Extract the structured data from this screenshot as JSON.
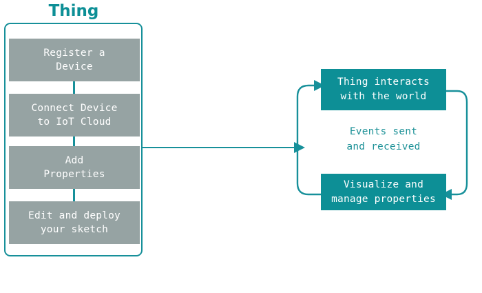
{
  "diagram": {
    "title": "Thing",
    "background_color": "#ffffff",
    "accent_color": "#0d8f96",
    "border_color": "#17909a",
    "step_box_color": "#96a3a3",
    "step_text_color": "#ffffff",
    "events_text_color": "#1e9298"
  },
  "thing_column": {
    "title": "Thing",
    "steps": [
      {
        "id": "register-a-device",
        "label": "Register a\nDevice"
      },
      {
        "id": "connect-device-to-cloud",
        "label": "Connect Device\nto IoT Cloud"
      },
      {
        "id": "add-properties",
        "label": "Add\nProperties"
      },
      {
        "id": "edit-and-deploy-sketch",
        "label": "Edit and deploy\nyour sketch"
      }
    ]
  },
  "flow": {
    "main_arrow_direction": "right"
  },
  "cycle": {
    "top_box_label": "Thing interacts\nwith the world",
    "middle_label": "Events sent\nand received",
    "bottom_box_label": "Visualize and\nmanage properties",
    "arc_left_direction": "up",
    "arc_right_direction": "down"
  }
}
